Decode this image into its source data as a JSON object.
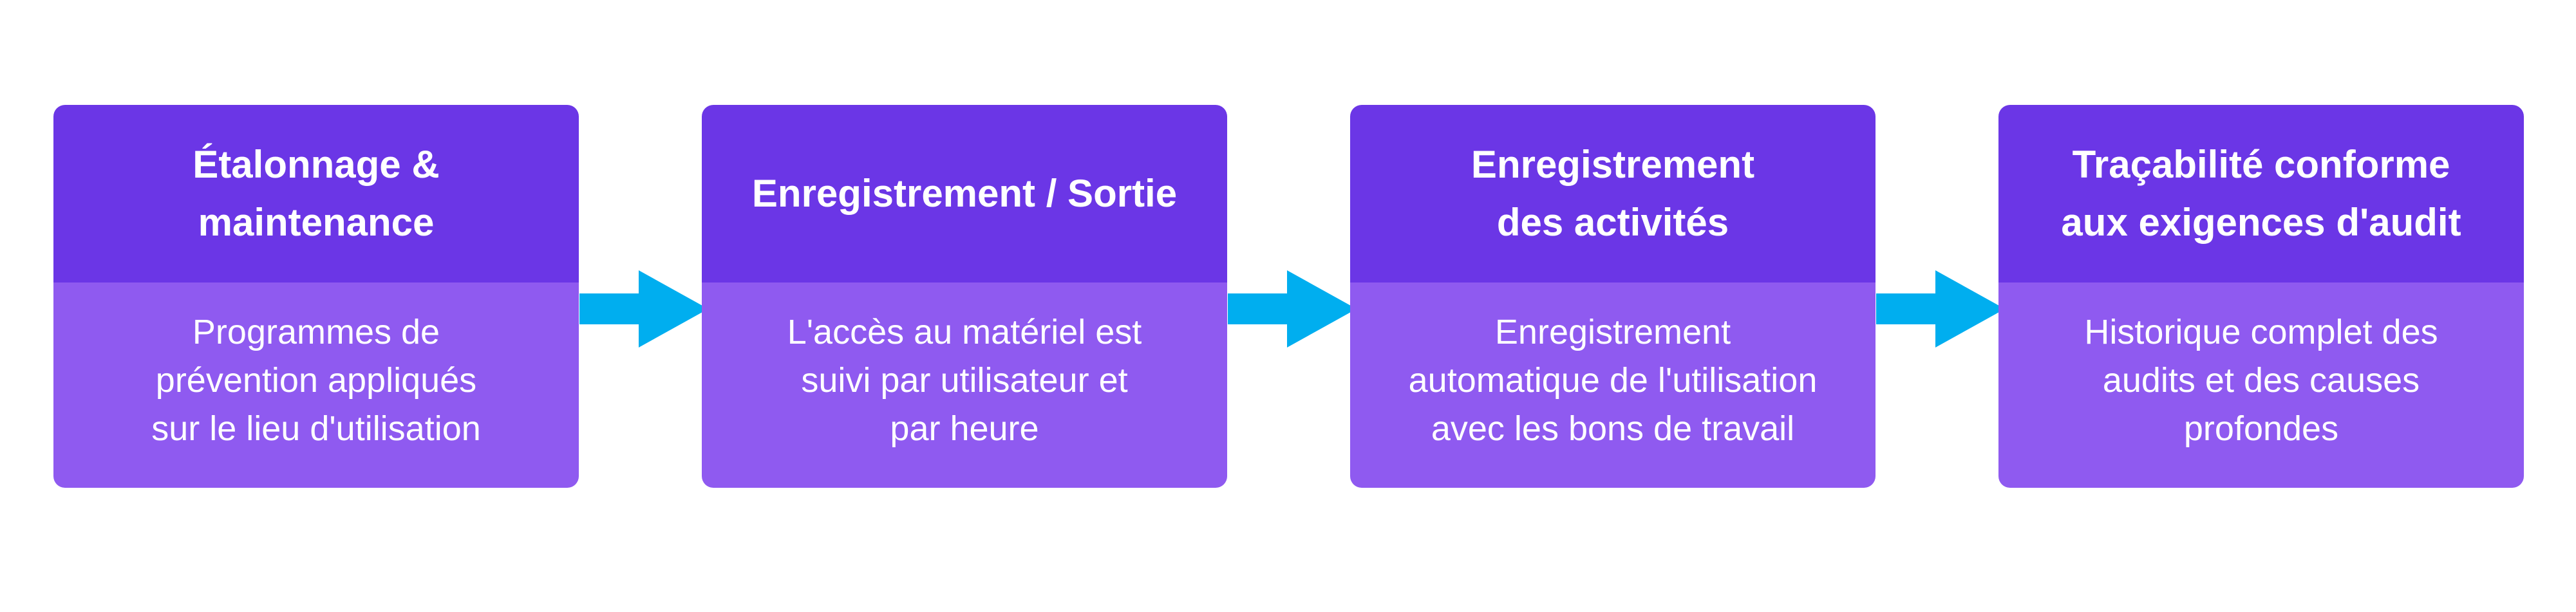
{
  "colors": {
    "header": "#6B36E6",
    "body": "#8F5AF0",
    "arrow": "#00AEEF",
    "text": "#FFFFFF"
  },
  "steps": [
    {
      "title": "Étalonnage &\nmaintenance",
      "description": "Programmes de\nprévention appliqués\nsur le lieu d'utilisation"
    },
    {
      "title": "Enregistrement / Sortie",
      "description": "L'accès au matériel est\nsuivi par utilisateur et\npar heure"
    },
    {
      "title": "Enregistrement\ndes activités",
      "description": "Enregistrement\nautomatique de l'utilisation\navec les bons de travail"
    },
    {
      "title": "Traçabilité conforme\naux exigences d'audit",
      "description": "Historique complet des\naudits et des causes\nprofondes"
    }
  ],
  "connectors": [
    {
      "icon": "arrow-right-icon"
    },
    {
      "icon": "arrow-right-icon"
    },
    {
      "icon": "arrow-right-icon"
    }
  ]
}
